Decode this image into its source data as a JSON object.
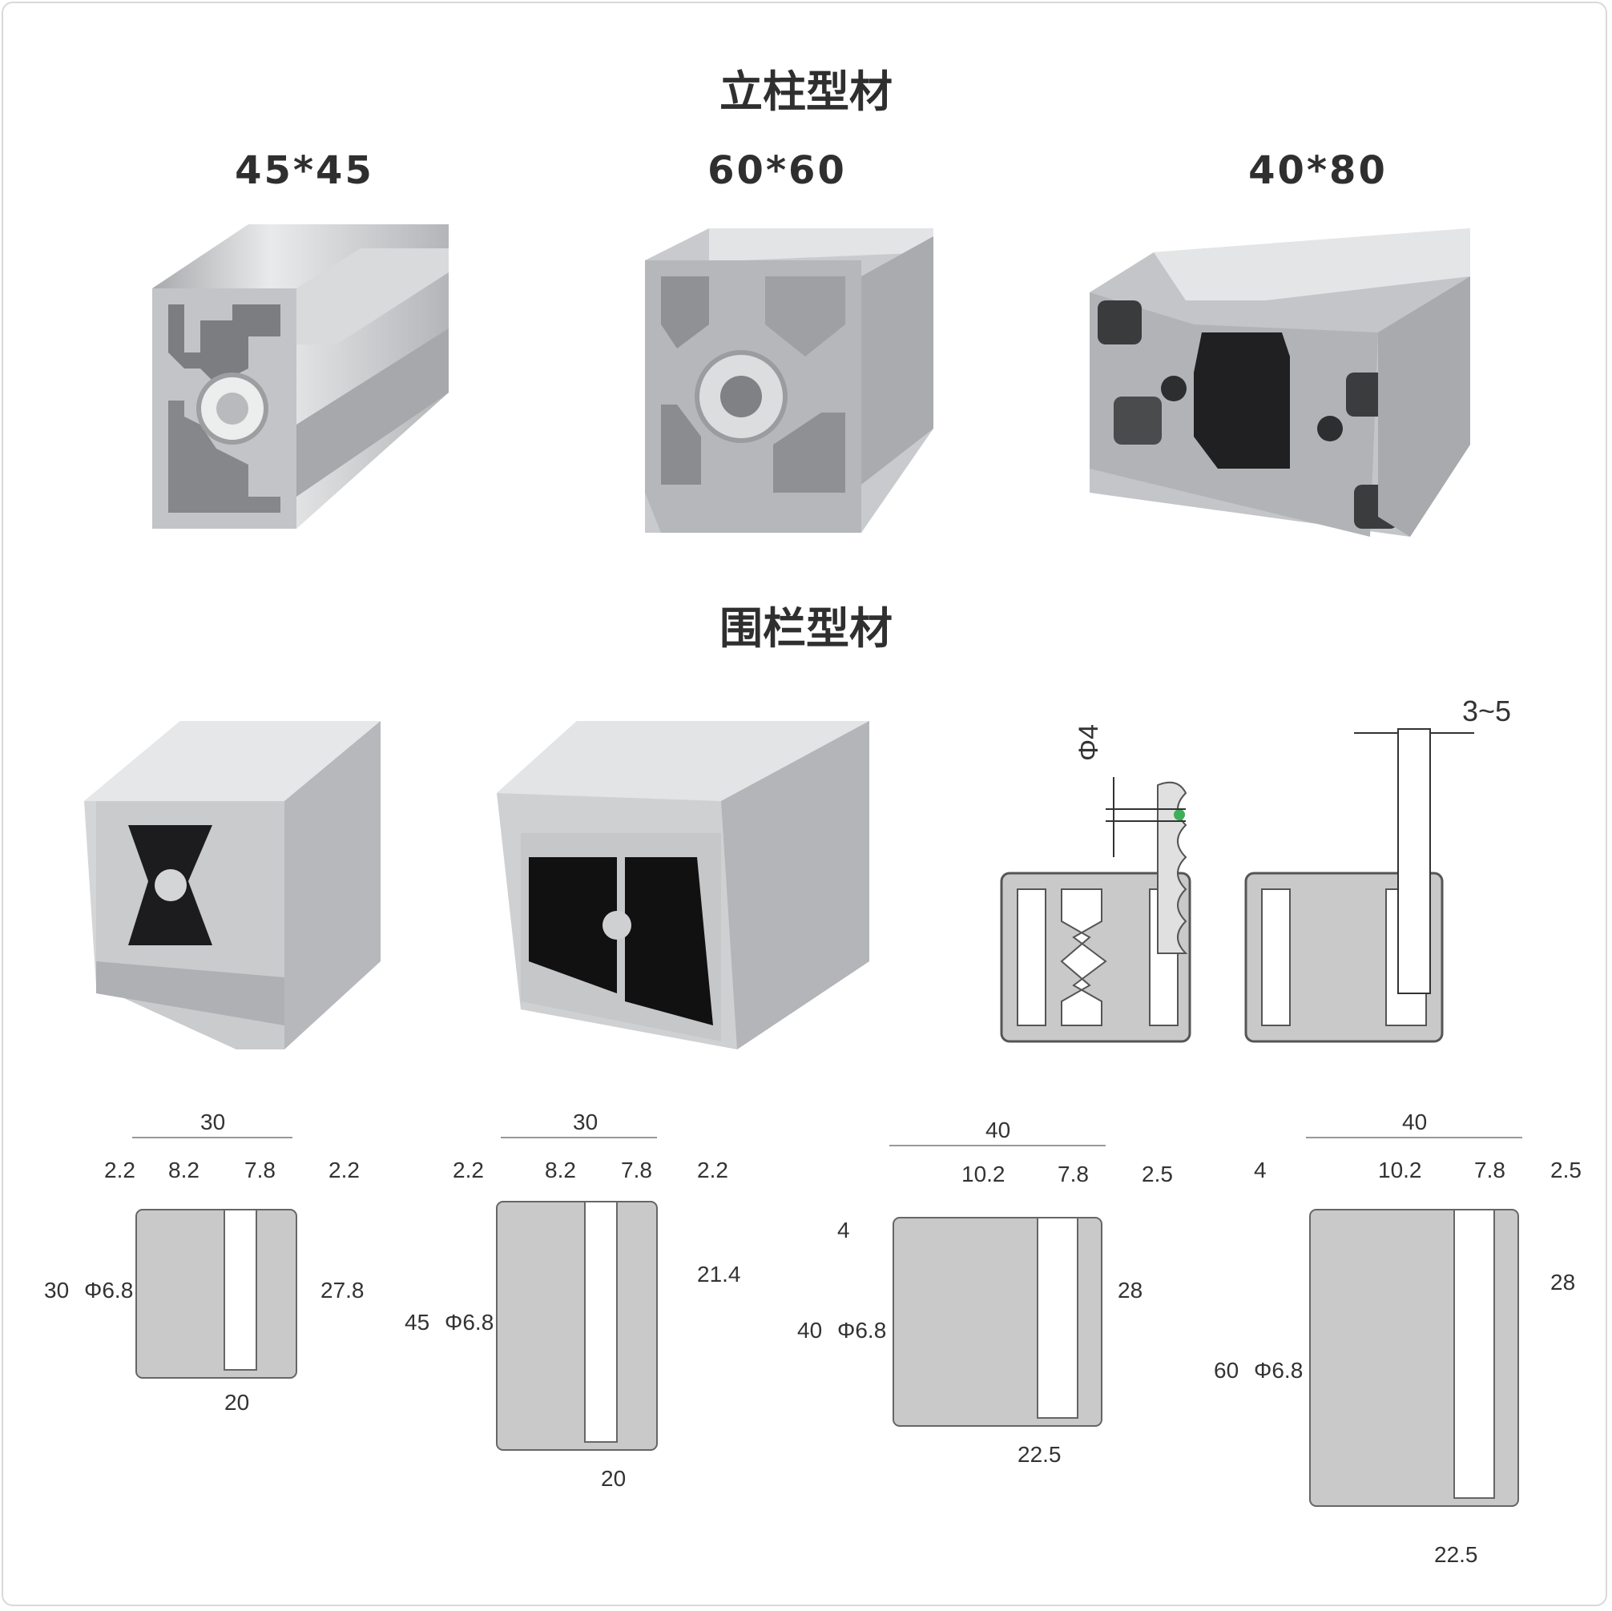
{
  "sections": {
    "column_title": "立柱型材",
    "fence_title": "围栏型材"
  },
  "column_profiles": [
    {
      "size": "45*45"
    },
    {
      "size": "60*60"
    },
    {
      "size": "40*80"
    }
  ],
  "glazing_sketch": {
    "round_label": "Φ4",
    "panel_label": "3~5"
  },
  "drawings": [
    {
      "w": "30",
      "h": "30",
      "slot": "8.2",
      "side": "7.8",
      "wall": "2.2",
      "wall_r": "2.2",
      "depth": "27.8",
      "hole": "Φ6.8",
      "bottom": "20"
    },
    {
      "w": "30",
      "h": "45",
      "slot": "8.2",
      "side": "7.8",
      "wall": "2.2",
      "wall_r": "2.2",
      "depth": "21.4",
      "hole": "Φ6.8",
      "bottom": "20"
    },
    {
      "w": "40",
      "h": "40",
      "slot": "10.2",
      "side": "7.8",
      "wall": "4",
      "wall_r": "2.5",
      "depth": "28",
      "hole": "Φ6.8",
      "bottom": "22.5"
    },
    {
      "w": "40",
      "h": "60",
      "slot": "10.2",
      "side": "7.8",
      "wall": "4",
      "wall_r": "2.5",
      "depth": "28",
      "hole": "Φ6.8",
      "bottom": "22.5"
    }
  ],
  "colors": {
    "aluminium_light": "#e2e3e5",
    "aluminium_mid": "#b9bbbe",
    "aluminium_dark": "#8e9093",
    "profile_fill": "#c9c9c9",
    "seal_green": "#3fae5a"
  }
}
